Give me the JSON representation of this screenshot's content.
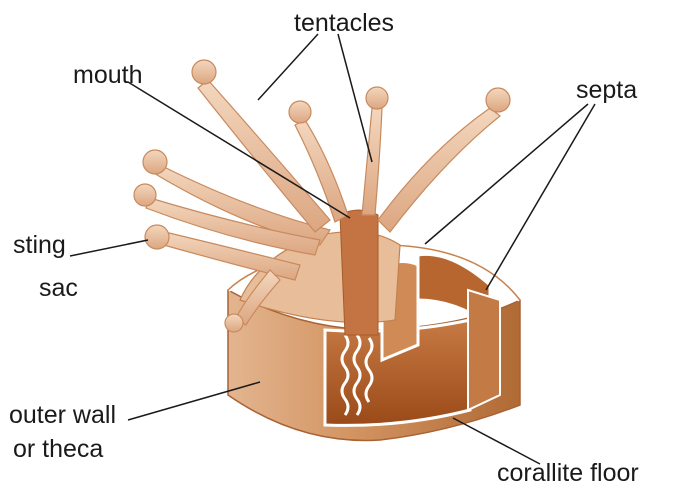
{
  "labels": {
    "tentacles": "tentacles",
    "mouth": "mouth",
    "septa": "septa",
    "sting_line1": "sting",
    "sting_line2": "sac",
    "outer_line1": "outer wall",
    "outer_line2": "or theca",
    "floor": "corallite floor"
  },
  "colors": {
    "body_light": "#f1d3b8",
    "body_mid": "#d9a27a",
    "body_dark": "#a4541f",
    "leader": "#1a1a1a"
  }
}
